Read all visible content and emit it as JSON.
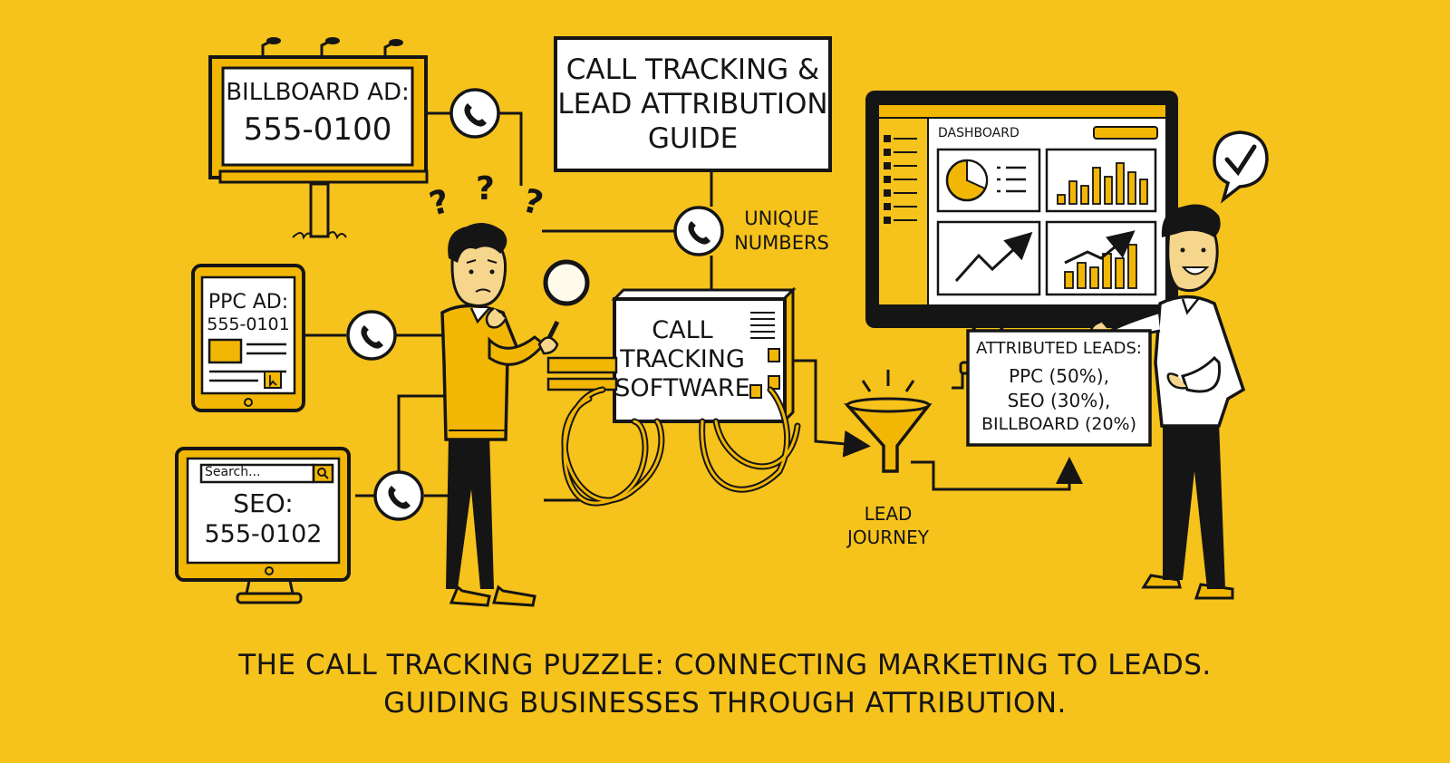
{
  "title": {
    "line1": "CALL TRACKING &",
    "line2": "LEAD ATTRIBUTION",
    "line3": "GUIDE"
  },
  "sources": {
    "billboard": {
      "line1": "BILLBOARD AD:",
      "line2": "555-0100"
    },
    "ppc": {
      "line1": "PPC AD:",
      "line2": "555-0101"
    },
    "seo": {
      "search_placeholder": "Search...",
      "line1": "SEO:",
      "line2": "555-0102"
    }
  },
  "unique_numbers": {
    "line1": "UNIQUE",
    "line2": "NUMBERS"
  },
  "software": {
    "line1": "CALL",
    "line2": "TRACKING",
    "line3": "SOFTWARE"
  },
  "funnel": {
    "line1": "LEAD",
    "line2": "JOURNEY"
  },
  "dashboard": {
    "title": "DASHBOARD"
  },
  "attributed": {
    "heading": "ATTRIBUTED LEADS:",
    "items": [
      "PPC (50%),",
      "SEO (30%),",
      "BILLBOARD (20%)"
    ]
  },
  "icons": {
    "phone": "phone-icon",
    "question": "question-marks-icon",
    "check": "checkmark-icon",
    "magnifier": "magnifier-icon"
  },
  "colors": {
    "background": "#F6C21C",
    "ink": "#151515",
    "paper": "#FFFFFF",
    "accent": "#F2B705"
  },
  "caption": {
    "line1": "THE CALL TRACKING PUZZLE: CONNECTING MARKETING TO LEADS.",
    "line2": "GUIDING BUSINESSES THROUGH ATTRIBUTION."
  }
}
